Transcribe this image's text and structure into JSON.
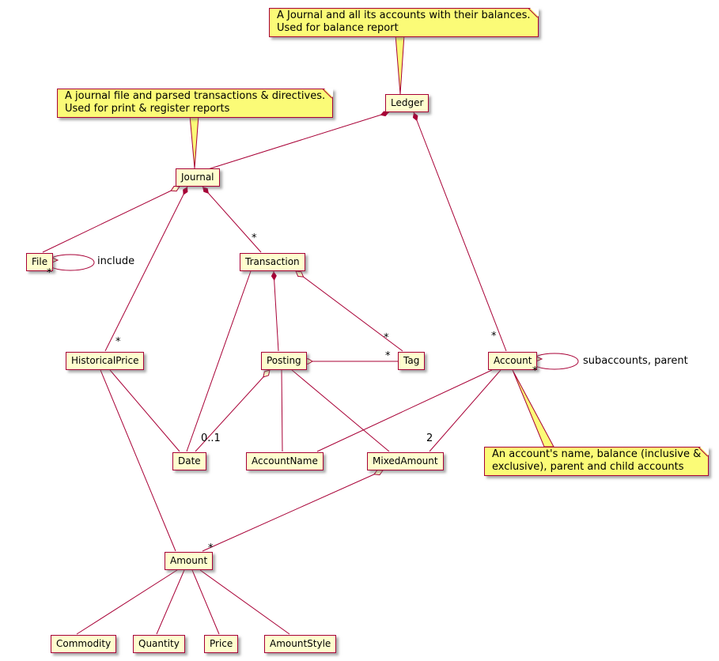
{
  "colors": {
    "class_bg": "#FEFECE",
    "class_border": "#A80036",
    "edge": "#A80036",
    "note_bg": "#FBFB77"
  },
  "classes": {
    "ledger": {
      "label": "Ledger"
    },
    "journal": {
      "label": "Journal"
    },
    "file": {
      "label": "File"
    },
    "transaction": {
      "label": "Transaction"
    },
    "historical_price": {
      "label": "HistoricalPrice"
    },
    "posting": {
      "label": "Posting"
    },
    "tag": {
      "label": "Tag"
    },
    "account": {
      "label": "Account"
    },
    "date": {
      "label": "Date"
    },
    "account_name": {
      "label": "AccountName"
    },
    "mixed_amount": {
      "label": "MixedAmount"
    },
    "amount": {
      "label": "Amount"
    },
    "commodity": {
      "label": "Commodity"
    },
    "quantity": {
      "label": "Quantity"
    },
    "price": {
      "label": "Price"
    },
    "amount_style": {
      "label": "AmountStyle"
    }
  },
  "notes": {
    "ledger": {
      "text": "A Journal and all its accounts with their balances.\nUsed for balance report"
    },
    "journal": {
      "text": "A journal file and parsed transactions & directives.\nUsed for print & register reports"
    },
    "account": {
      "text": "An account's name, balance (inclusive &\nexclusive), parent and child accounts"
    }
  },
  "edge_labels": {
    "file_self": "include",
    "account_self": "subaccounts, parent"
  },
  "multiplicities": {
    "journal_transaction": "*",
    "journal_historical_price": "*",
    "ledger_account": "*",
    "transaction_tag": "*",
    "posting_tag": "*",
    "file_self": "*",
    "account_self": "*",
    "mixed_amount_amount": "*",
    "posting_date": "0..1",
    "account_mixed_amount": "2"
  }
}
